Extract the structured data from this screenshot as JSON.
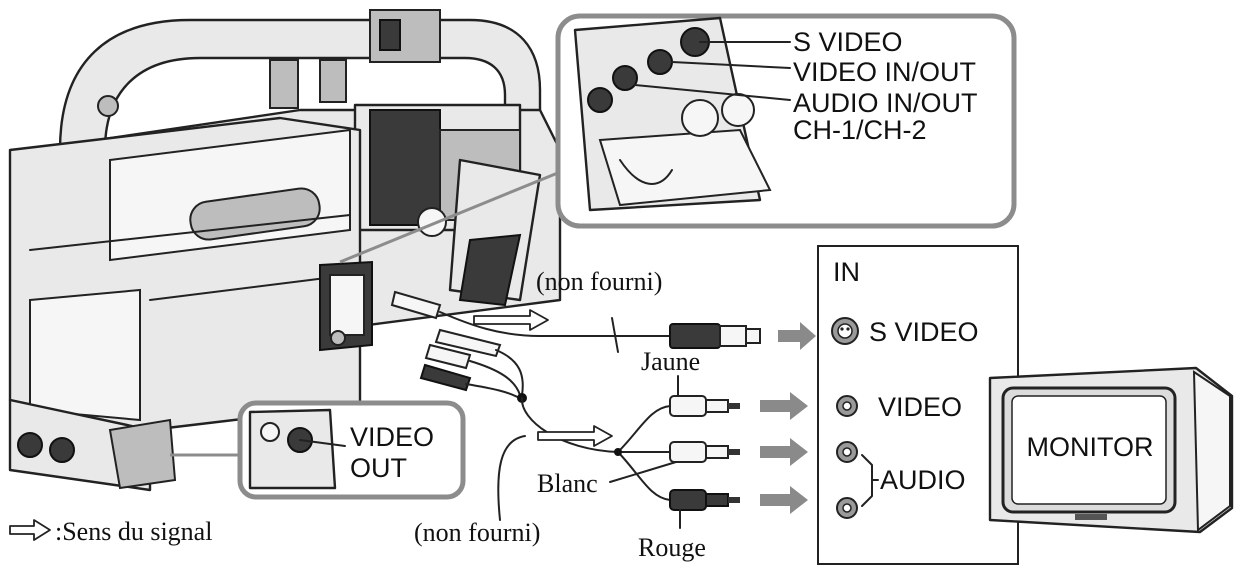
{
  "connectors": {
    "s_video": "S VIDEO",
    "video_in_out": "VIDEO IN/OUT",
    "audio_in_out": "AUDIO IN/OUT",
    "audio_channels": "CH-1/CH-2",
    "video_out_line1": "VIDEO",
    "video_out_line2": "OUT"
  },
  "cables": {
    "not_supplied_top": "(non fourni)",
    "not_supplied_bottom": "(non fourni)",
    "yellow": "Jaune",
    "white": "Blanc",
    "red": "Rouge"
  },
  "monitor_panel": {
    "in_label": "IN",
    "s_video": "S VIDEO",
    "video": "VIDEO",
    "audio": "AUDIO"
  },
  "monitor": {
    "label": "MONITOR"
  },
  "legend": {
    "signal_direction": ":Sens du signal"
  }
}
